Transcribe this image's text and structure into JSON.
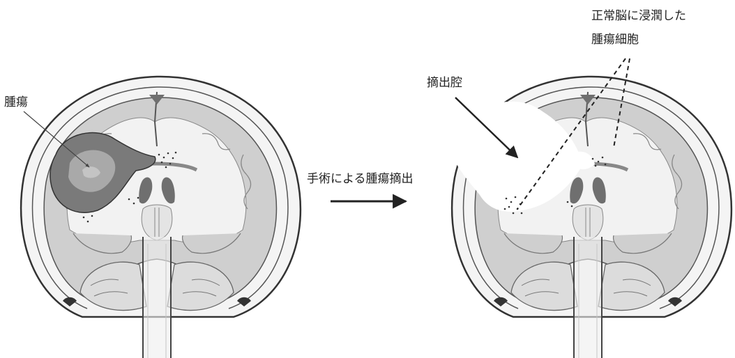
{
  "labels": {
    "tumor": "腫瘍",
    "surgery": "手術による腫瘍摘出",
    "cavity": "摘出腔",
    "infiltrated_line1": "正常脳に浸潤した",
    "infiltrated_line2": "腫瘍細胞"
  },
  "colors": {
    "ink": "#222222",
    "gray_matter": "#cfcfcf",
    "white_matter": "#f2f2f2",
    "ventricle": "#6f6f6f",
    "tumor_outer": "#7a7a7a",
    "tumor_inner": "#a9a9a9",
    "cavity": "#ffffff"
  },
  "icons": [
    "before-surgery-brain",
    "after-surgery-brain",
    "surgery-arrow-icon"
  ]
}
